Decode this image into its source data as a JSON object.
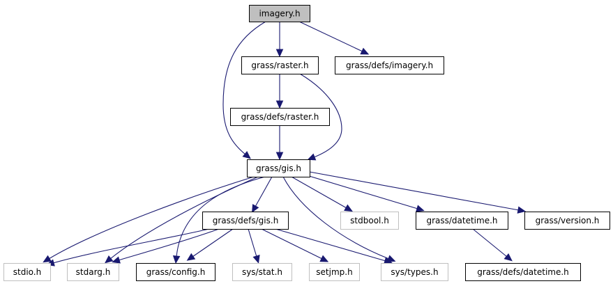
{
  "diagram": {
    "type": "include-dependency-graph",
    "root": "imagery.h",
    "colors": {
      "edge": "#191970",
      "root_fill": "#bfbfbf",
      "documented_border": "#000000",
      "external_border": "#bfbfbf"
    },
    "nodes": [
      {
        "id": "imagery",
        "label": "imagery.h",
        "kind": "root"
      },
      {
        "id": "raster",
        "label": "grass/raster.h",
        "kind": "documented"
      },
      {
        "id": "defs_imagery",
        "label": "grass/defs/imagery.h",
        "kind": "documented"
      },
      {
        "id": "defs_raster",
        "label": "grass/defs/raster.h",
        "kind": "documented"
      },
      {
        "id": "gis",
        "label": "grass/gis.h",
        "kind": "documented"
      },
      {
        "id": "defs_gis",
        "label": "grass/defs/gis.h",
        "kind": "documented"
      },
      {
        "id": "stdbool",
        "label": "stdbool.h",
        "kind": "external"
      },
      {
        "id": "datetime",
        "label": "grass/datetime.h",
        "kind": "documented"
      },
      {
        "id": "version",
        "label": "grass/version.h",
        "kind": "documented"
      },
      {
        "id": "stdio",
        "label": "stdio.h",
        "kind": "external"
      },
      {
        "id": "stdarg",
        "label": "stdarg.h",
        "kind": "external"
      },
      {
        "id": "config",
        "label": "grass/config.h",
        "kind": "documented"
      },
      {
        "id": "sys_stat",
        "label": "sys/stat.h",
        "kind": "external"
      },
      {
        "id": "setjmp",
        "label": "setjmp.h",
        "kind": "external"
      },
      {
        "id": "sys_types",
        "label": "sys/types.h",
        "kind": "external"
      },
      {
        "id": "defs_datetime",
        "label": "grass/defs/datetime.h",
        "kind": "documented"
      }
    ],
    "edges": [
      [
        "imagery",
        "raster"
      ],
      [
        "imagery",
        "defs_imagery"
      ],
      [
        "imagery",
        "gis"
      ],
      [
        "raster",
        "defs_raster"
      ],
      [
        "raster",
        "gis"
      ],
      [
        "defs_raster",
        "gis"
      ],
      [
        "gis",
        "defs_gis"
      ],
      [
        "gis",
        "stdbool"
      ],
      [
        "gis",
        "datetime"
      ],
      [
        "gis",
        "version"
      ],
      [
        "gis",
        "stdio"
      ],
      [
        "gis",
        "stdarg"
      ],
      [
        "gis",
        "config"
      ],
      [
        "gis",
        "sys_types"
      ],
      [
        "defs_gis",
        "stdio"
      ],
      [
        "defs_gis",
        "stdarg"
      ],
      [
        "defs_gis",
        "config"
      ],
      [
        "defs_gis",
        "sys_stat"
      ],
      [
        "defs_gis",
        "setjmp"
      ],
      [
        "defs_gis",
        "sys_types"
      ],
      [
        "datetime",
        "defs_datetime"
      ]
    ]
  }
}
